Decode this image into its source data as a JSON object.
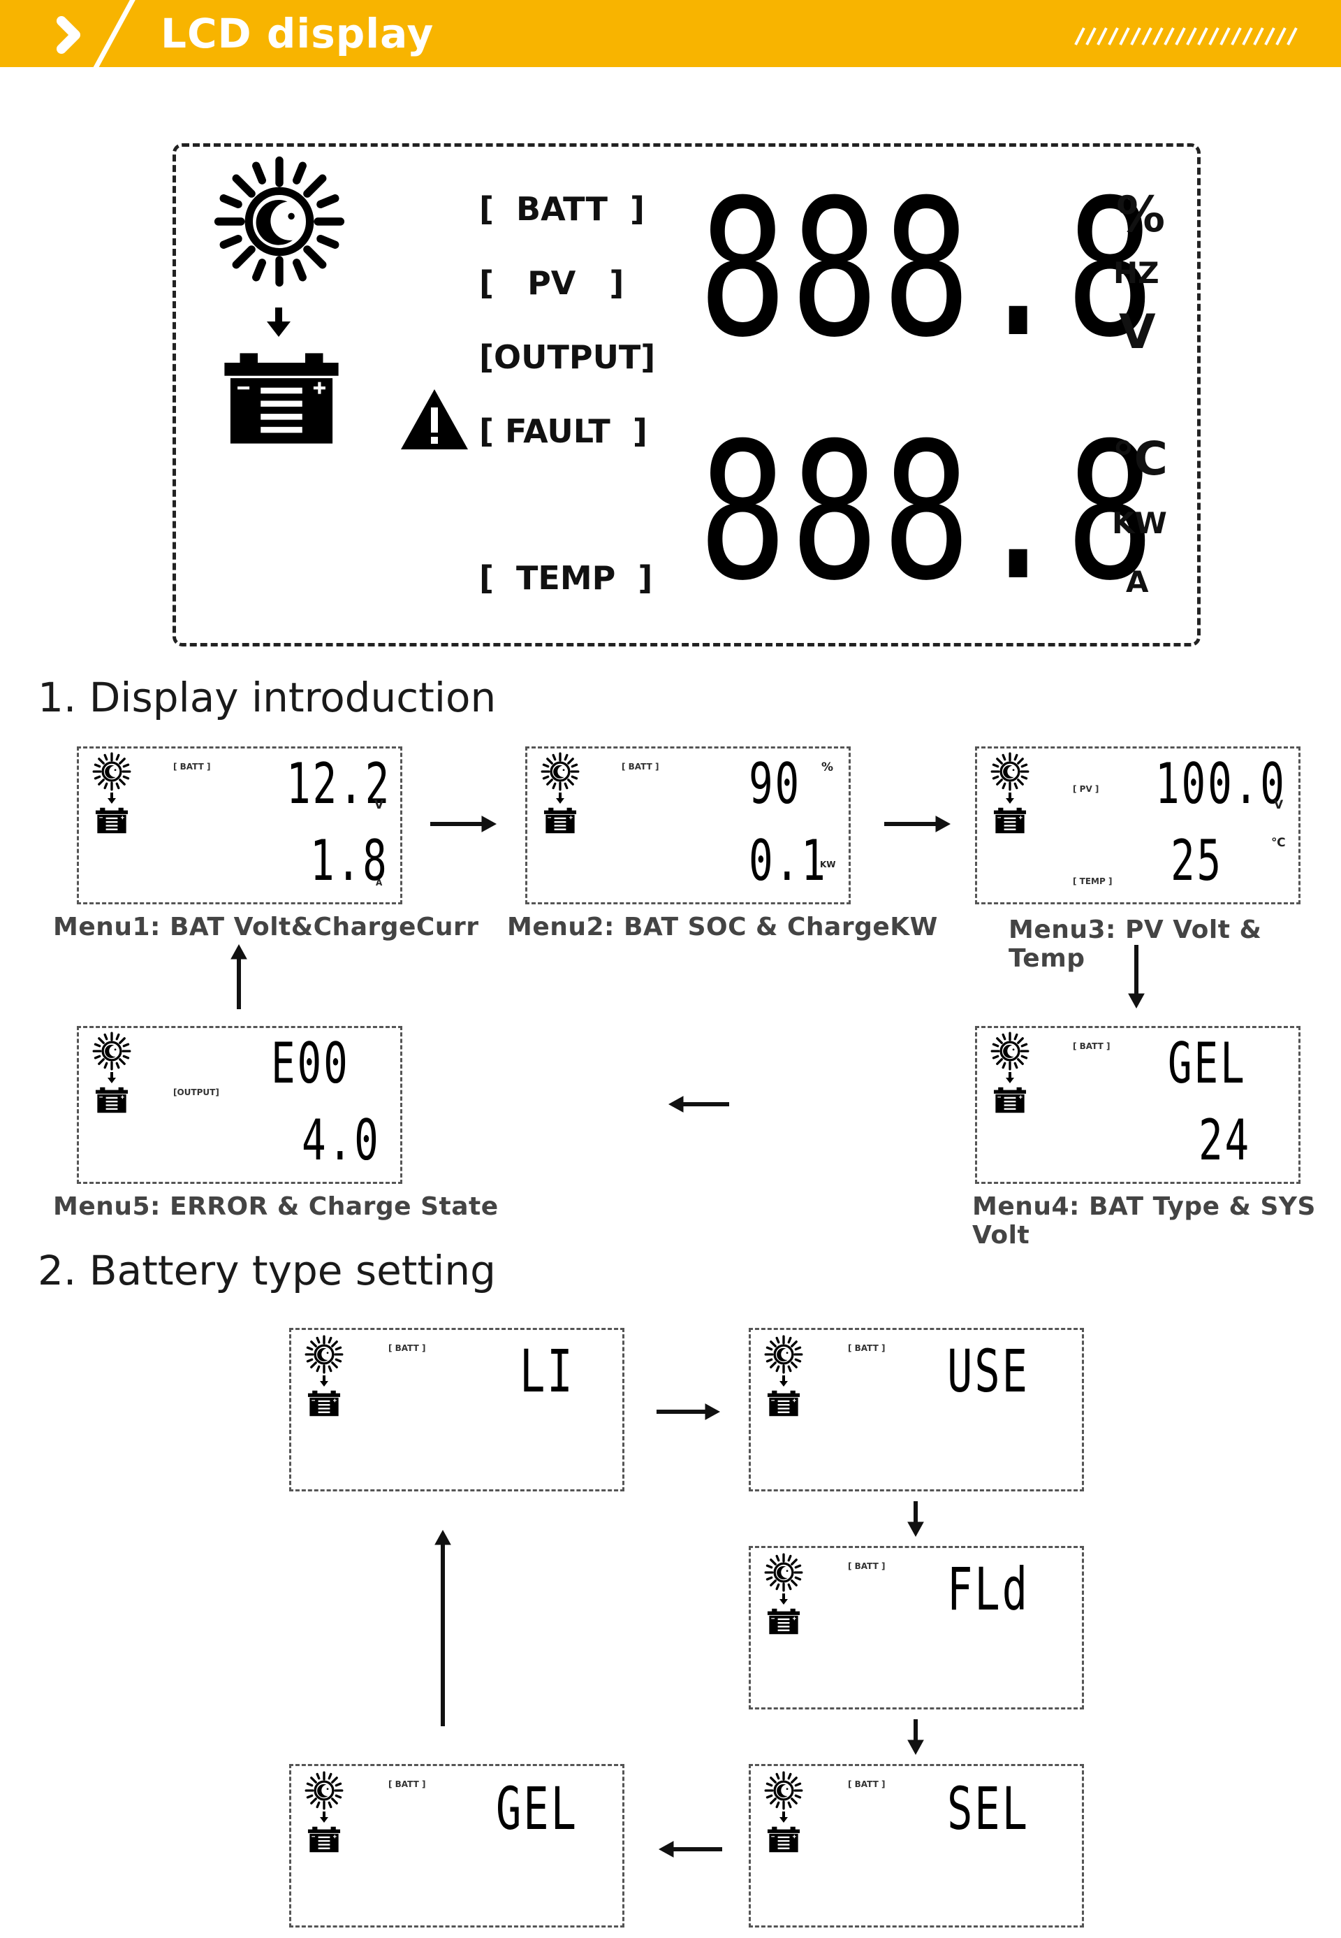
{
  "header": {
    "title": "LCD display"
  },
  "main_lcd": {
    "labels": {
      "batt": "[  BATT  ]",
      "pv": "[   PV   ]",
      "output": "[OUTPUT]",
      "fault": "[ FAULT  ]",
      "temp": "[  TEMP  ]"
    },
    "top_digits": "888.8",
    "bottom_digits": "888.8",
    "top_units": {
      "percent": "%",
      "hz": "HZ",
      "v": "V"
    },
    "bottom_units": {
      "celsius": "℃",
      "kw": "KW",
      "a": "A"
    }
  },
  "section1": {
    "title": "1. Display introduction",
    "menus": [
      {
        "caption": "Menu1: BAT Volt&ChargeCurr",
        "tag": "[ BATT ]",
        "top": "12.2",
        "top_unit": "V",
        "bottom": "1.8",
        "bottom_unit": "A"
      },
      {
        "caption": "Menu2: BAT SOC & ChargeKW",
        "tag": "[ BATT ]",
        "top": "90",
        "top_unit": "%",
        "bottom": "0.1",
        "bottom_unit": "KW"
      },
      {
        "caption": "Menu3: PV Volt & Temp",
        "tag": "[ PV ]",
        "tag2": "[ TEMP ]",
        "top": "100.0",
        "top_unit": "V",
        "bottom": "25",
        "bottom_unit": "℃"
      },
      {
        "caption": "Menu4: BAT Type & SYS Volt",
        "tag": "[ BATT ]",
        "top": "GEL",
        "bottom": "24"
      },
      {
        "caption": "Menu5: ERROR & Charge State",
        "tag": "[OUTPUT]",
        "top": "E00",
        "bottom": "4.0"
      }
    ]
  },
  "section2": {
    "title": "2. Battery type setting",
    "screens": [
      {
        "tag": "[ BATT ]",
        "value": "LI"
      },
      {
        "tag": "[ BATT ]",
        "value": "USE"
      },
      {
        "tag": "[ BATT ]",
        "value": "FLd"
      },
      {
        "tag": "[ BATT ]",
        "value": "SEL"
      },
      {
        "tag": "[ BATT ]",
        "value": "GEL"
      }
    ]
  },
  "colors": {
    "accent": "#F8B400",
    "text": "#111111",
    "caption": "#444444"
  },
  "icons": [
    "chevron-right-icon",
    "sun-moon-icon",
    "battery-icon",
    "warning-icon",
    "arrow-icon"
  ]
}
